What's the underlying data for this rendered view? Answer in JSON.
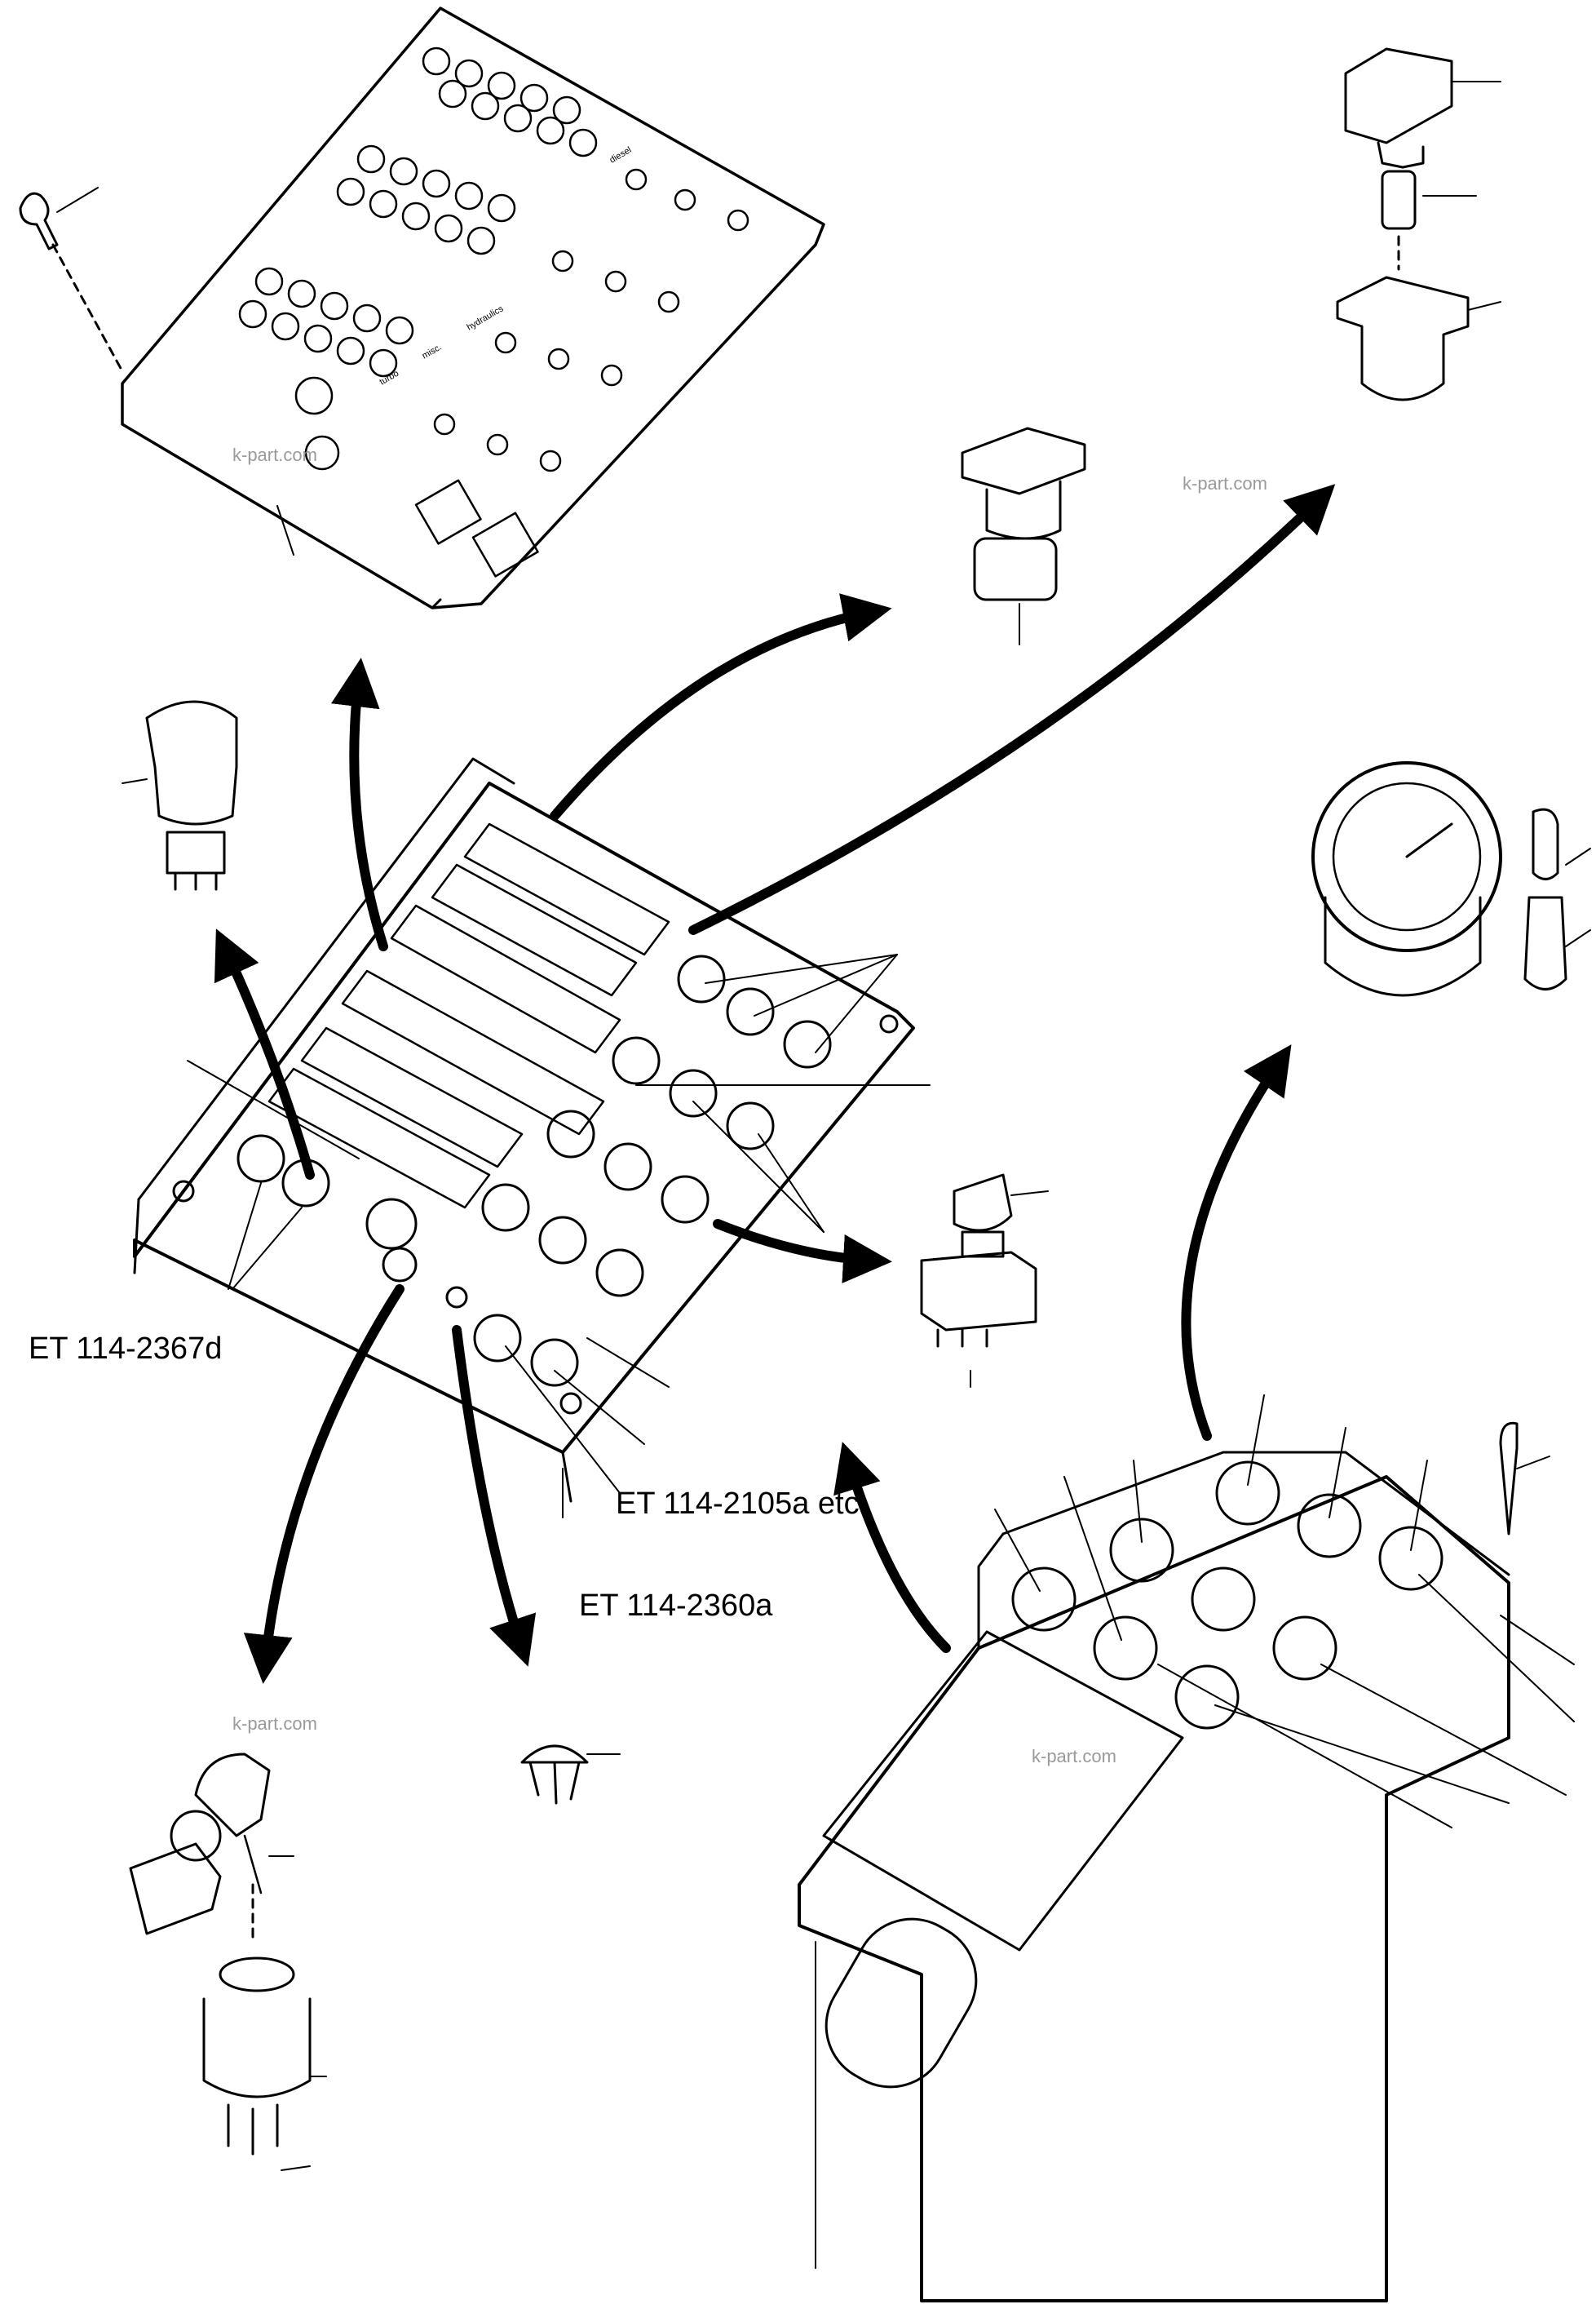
{
  "diagram": {
    "references": {
      "left_switch_group": "ET 114-2367d",
      "switch_group_etc": "ET 114-2105a etc.",
      "switch_group_b": "ET 114-2360a"
    },
    "watermarks": [
      "k-part.com",
      "k-part.com",
      "k-part.com",
      "k-part.com"
    ],
    "panel_legend": [
      "turbo",
      "misc.",
      "hydraulics",
      "diesel"
    ]
  }
}
